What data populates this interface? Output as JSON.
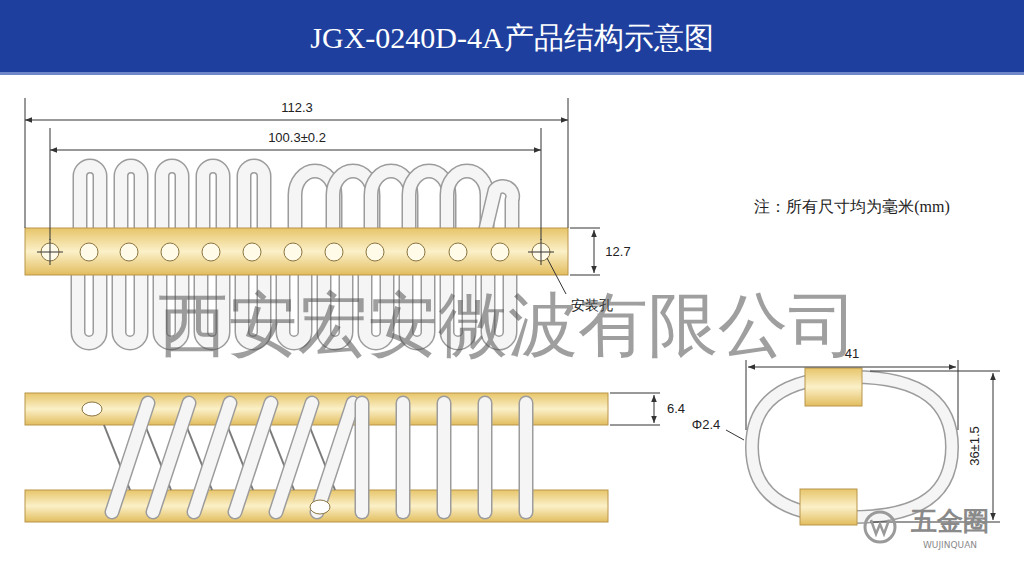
{
  "diagram": {
    "title": "JGX-0240D-4A产品结构示意图",
    "labels": [
      "112.3",
      "100.3±0.2",
      "注：所有尺寸均为毫米(mm)",
      "12.7",
      "安装孔",
      "41",
      "6.4",
      "Φ2.4",
      "36±1.5",
      "西安宏安微波有限公司",
      "五金圈",
      "WUJINQUAN"
    ]
  }
}
